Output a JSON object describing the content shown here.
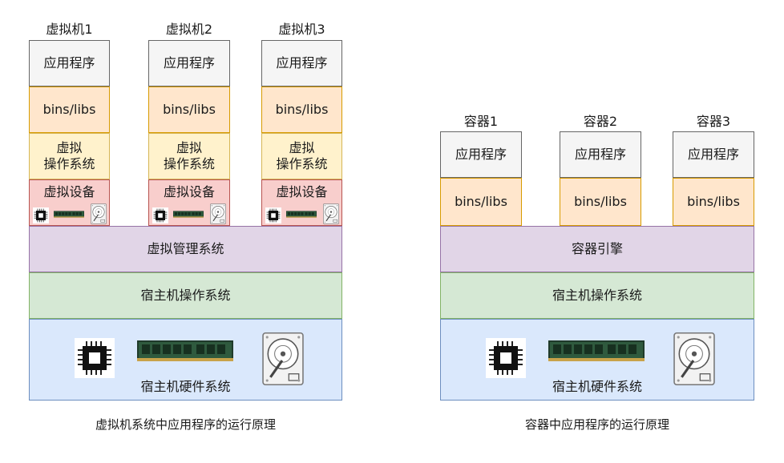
{
  "vm_diagram": {
    "vm_labels": [
      "虚拟机1",
      "虚拟机2",
      "虚拟机3"
    ],
    "app": "应用程序",
    "libs": "bins/libs",
    "guest_os": "虚拟\n操作系统",
    "virtual_devices": "虚拟设备",
    "hypervisor": "虚拟管理系统",
    "host_os": "宿主机操作系统",
    "host_hardware": "宿主机硬件系统",
    "caption": "虚拟机系统中应用程序的运行原理"
  },
  "container_diagram": {
    "container_labels": [
      "容器1",
      "容器2",
      "容器3"
    ],
    "app": "应用程序",
    "libs": "bins/libs",
    "engine": "容器引擎",
    "host_os": "宿主机操作系统",
    "host_hardware": "宿主机硬件系统",
    "caption": "容器中应用程序的运行原理"
  },
  "colors": {
    "app": "#f5f5f5",
    "libs": "#ffe6cc",
    "guest_os": "#fff2cc",
    "virtual_devices": "#f8cecc",
    "hypervisor_engine": "#e1d5e7",
    "host_os": "#d5e8d4",
    "host_hardware": "#dae8fc"
  },
  "icons": [
    "cpu-chip-icon",
    "ram-module-icon",
    "hard-disk-icon"
  ]
}
